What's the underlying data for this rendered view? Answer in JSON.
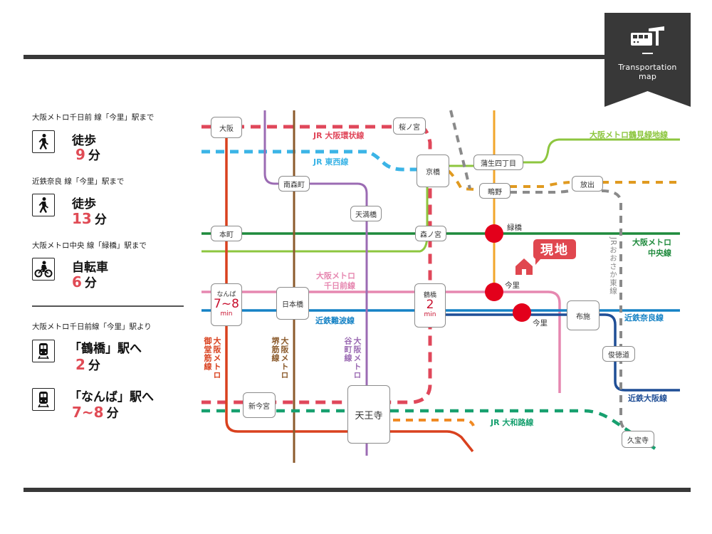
{
  "badge": {
    "title_line1": "Transportation",
    "title_line2": "map",
    "icon": "train-station-icon"
  },
  "access": [
    {
      "caption": "大阪メトロ千日前 線「今里」駅まで",
      "mode": "徒歩",
      "minutes": "9",
      "unit": "分",
      "icon": "walking-person-icon"
    },
    {
      "caption": "近鉄奈良 線「今里」駅まで",
      "mode": "徒歩",
      "minutes": "13",
      "unit": "分",
      "icon": "walking-person-icon"
    },
    {
      "caption": "大阪メトロ中央 線「緑橋」駅まで",
      "mode": "自転車",
      "minutes": "6",
      "unit": "分",
      "icon": "bicycle-icon"
    }
  ],
  "from_station": {
    "caption": "大阪メトロ千日前線「今里」駅より",
    "routes": [
      {
        "dest": "「鶴橋」駅へ",
        "minutes": "2",
        "unit": "分",
        "icon": "train-icon"
      },
      {
        "dest": "「なんば」駅へ",
        "minutes": "7~8",
        "unit": "分",
        "icon": "train-icon"
      }
    ]
  },
  "map": {
    "colors": {
      "loop": "#e0475a",
      "tozai": "#3bb4e6",
      "tsurumi": "#8dc63f",
      "chuo": "#1e8a3c",
      "sennichimae": "#e687b0",
      "namba": "#1582c5",
      "osakaline": "#1f4e96",
      "midosuji": "#d9411e",
      "sakaisuji": "#8b5a2b",
      "tanimachi": "#9b6bb3",
      "imazatosuji": "#f2a62b",
      "gakkentoshi": "#e09a20",
      "higashi": "#8a8a8a",
      "yamatoji": "#17a06f",
      "hanwa": "#f08a24",
      "here": "#e0474f",
      "station_dot": "#e3001b"
    },
    "lines": [
      {
        "id": "loop",
        "label": "JR 大阪環状線"
      },
      {
        "id": "tozai",
        "label": "JR 東西線"
      },
      {
        "id": "tsurumi",
        "label": "大阪メトロ鶴見緑地線"
      },
      {
        "id": "chuo",
        "label_line1": "大阪メトロ",
        "label_line2": "中央線"
      },
      {
        "id": "sennichimae",
        "label_line1": "大阪メトロ",
        "label_line2": "千日前線"
      },
      {
        "id": "namba",
        "label": "近鉄難波線"
      },
      {
        "id": "nara",
        "label": "近鉄奈良線"
      },
      {
        "id": "osakaline",
        "label": "近鉄大阪線"
      },
      {
        "id": "midosuji",
        "label_main": "大阪メトロ",
        "label_sub": "御堂筋線"
      },
      {
        "id": "sakaisuji",
        "label_main": "大阪メトロ",
        "label_sub": "堺筋線"
      },
      {
        "id": "tanimachi",
        "label_main": "大阪メトロ",
        "label_sub": "谷町線"
      },
      {
        "id": "higashi",
        "label": "JRおおさか東線"
      },
      {
        "id": "yamatoji",
        "label": "JR 大和路線"
      }
    ],
    "stations": {
      "osaka": "大阪",
      "sakuranomiya": "桜ノ宮",
      "minamimorimachi": "南森町",
      "kyobashi": "京橋",
      "gamo": "蒲生四丁目",
      "shigino": "鴫野",
      "hanaten": "放出",
      "tenmabashi": "天満橋",
      "honmachi": "本町",
      "morinomiya": "森ノ宮",
      "midoribashi": "緑橋",
      "imazato_metro": "今里",
      "imazato_kintetsu": "今里",
      "nipponbashi": "日本橋",
      "fuse": "布施",
      "shuntokumichi": "俊徳道",
      "shinimamiya": "新今宮",
      "tennoji": "天王寺",
      "kyuhoji": "久宝寺"
    },
    "big_stations": [
      {
        "name": "なんば",
        "minutes": "7~8",
        "unit": "min"
      },
      {
        "name": "鶴橋",
        "minutes": "2",
        "unit": "min"
      }
    ],
    "here_label": "現地"
  }
}
